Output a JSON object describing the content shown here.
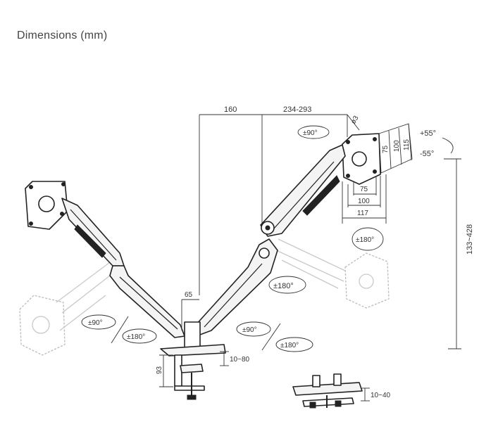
{
  "title": "Dimensions (mm)",
  "dimensions": {
    "top_left": "160",
    "top_right": "234-293",
    "screw": "ø3",
    "tilt_up": "+55°",
    "tilt_down": "-55°",
    "vesa_v_75": "75",
    "vesa_v_100": "100",
    "vesa_v_115": "115",
    "vesa_h_75": "75",
    "vesa_h_100": "100",
    "vesa_h_117": "117",
    "height_range": "133~428",
    "pole_offset": "65",
    "clamp_height": "93",
    "clamp_range": "10~80",
    "grommet_range": "10~40"
  },
  "rotations": {
    "right_head_swivel": "±90°",
    "right_head_rotate": "±180°",
    "right_arm_swivel": "±180°",
    "right_base_swivel": "±90°",
    "right_base_rotate": "±180°",
    "left_base_swivel": "±90°",
    "left_base_rotate": "±180°"
  }
}
